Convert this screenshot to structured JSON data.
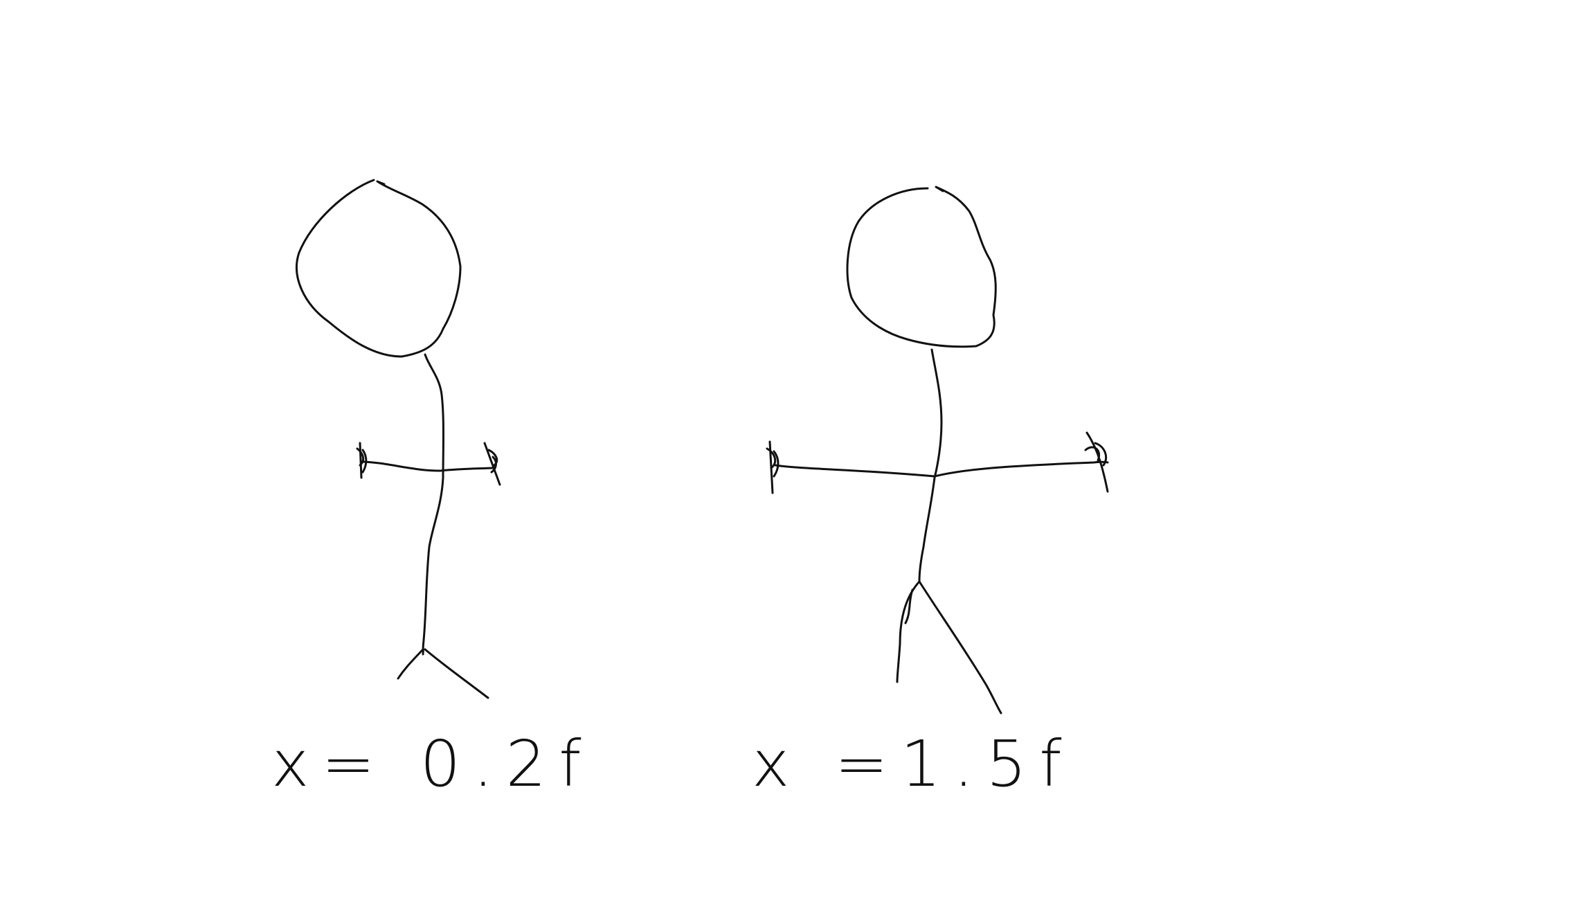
{
  "figures": [
    {
      "label": "x= 0.2f",
      "arm_span_factor": 0.2
    },
    {
      "label": "x =1.5f",
      "arm_span_factor": 1.5
    }
  ],
  "colors": {
    "background": "#ffffff",
    "ink": "#111111"
  }
}
